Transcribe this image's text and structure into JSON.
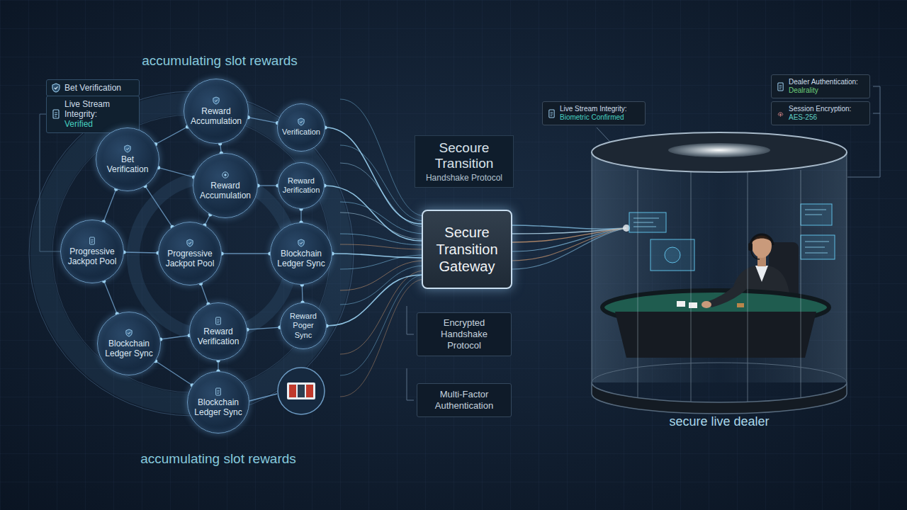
{
  "diagram": {
    "nodes": [
      {
        "text": [
          "Bet Verification"
        ]
      },
      {
        "text": [
          "Live Stream Integrity:",
          "Verified"
        ]
      },
      {
        "text": [
          "Reward Accumulation"
        ]
      },
      {
        "text": [
          "Verification"
        ]
      },
      {
        "text": [
          "Bet Verification"
        ]
      },
      {
        "text": [
          "Reward Accumulation"
        ]
      },
      {
        "text": [
          "Reward Jerification"
        ]
      },
      {
        "text": [
          "Progressive Jackpot Pool"
        ]
      },
      {
        "text": [
          "Progressive Jackpot Pool"
        ]
      },
      {
        "text": [
          "Blockchain Ledger Sync"
        ]
      },
      {
        "text": [
          "Reward Verification"
        ]
      },
      {
        "text": [
          "Reward Poger Sync"
        ]
      },
      {
        "text": [
          "Blockchain Ledger Sync"
        ]
      },
      {
        "text": [
          "Blockchain Ledger Sync"
        ]
      },
      {
        "text": [
          "Secoure Transition",
          "Handshake Protocol"
        ]
      },
      {
        "text": [
          "Secure Transition Gateway"
        ]
      },
      {
        "text": [
          "Encrypted Handshake Protocol"
        ]
      },
      {
        "text": [
          "Multi-Factor Authentication"
        ]
      },
      {
        "text": [
          "Live Stream Integrity:",
          "Biometric Confirmed"
        ]
      },
      {
        "text": [
          "Dealer Authentication:",
          "Dealrality"
        ]
      },
      {
        "text": [
          "Session Encryption:",
          "AES-256"
        ]
      }
    ],
    "edges": [
      {
        "from": 2,
        "to": 3,
        "arrow": "none"
      },
      {
        "from": 2,
        "to": 4,
        "arrow": "none"
      },
      {
        "from": 2,
        "to": 5,
        "arrow": "none"
      },
      {
        "from": 4,
        "to": 5,
        "arrow": "none"
      },
      {
        "from": 5,
        "to": 6,
        "arrow": "none"
      },
      {
        "from": 4,
        "to": 7,
        "arrow": "none"
      },
      {
        "from": 4,
        "to": 8,
        "arrow": "none"
      },
      {
        "from": 7,
        "to": 8,
        "arrow": "none"
      },
      {
        "from": 5,
        "to": 8,
        "arrow": "none"
      },
      {
        "from": 6,
        "to": 9,
        "arrow": "none"
      },
      {
        "from": 8,
        "to": 9,
        "arrow": "none"
      },
      {
        "from": 8,
        "to": 10,
        "arrow": "none"
      },
      {
        "from": 9,
        "to": 11,
        "arrow": "none"
      },
      {
        "from": 7,
        "to": 12,
        "arrow": "none"
      },
      {
        "from": 12,
        "to": 10,
        "arrow": "none"
      },
      {
        "from": 10,
        "to": 11,
        "arrow": "none"
      },
      {
        "from": 12,
        "to": 13,
        "arrow": "none"
      },
      {
        "from": 13,
        "to": 10,
        "arrow": "none"
      },
      {
        "from": 1,
        "to": 7,
        "arrow": "none"
      },
      {
        "from": 3,
        "to": 15,
        "arrow": "none"
      },
      {
        "from": 6,
        "to": 15,
        "arrow": "none"
      },
      {
        "from": 9,
        "to": 15,
        "arrow": "none"
      },
      {
        "from": 11,
        "to": 15,
        "arrow": "none"
      }
    ],
    "labels": [
      "accumulating slot rewards",
      "accumulating slot rewards",
      "secure live dealer"
    ]
  }
}
